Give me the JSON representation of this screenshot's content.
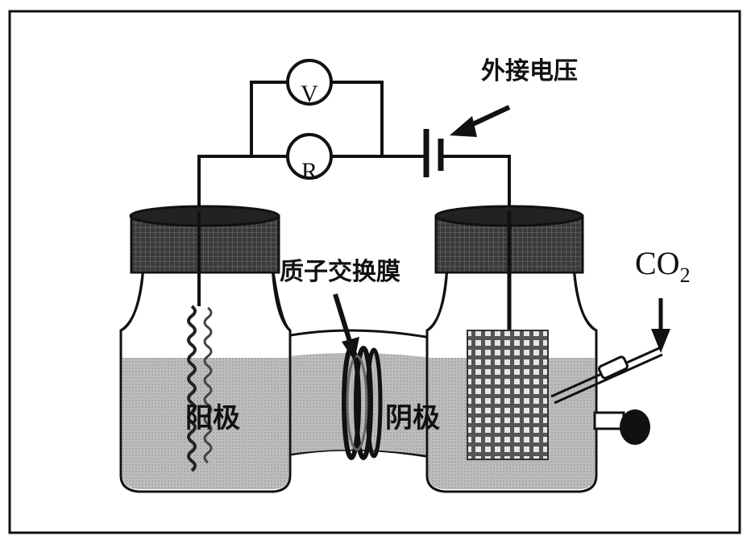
{
  "labels": {
    "external_voltage": "外接电压",
    "membrane": "质子交换膜",
    "co2_main": "CO",
    "co2_sub": "2",
    "anode": "阳极",
    "cathode": "阴极",
    "voltmeter": "V",
    "resistor": "R"
  },
  "colors": {
    "line": "#111111",
    "liquid": "#b9b9b9",
    "cap": "#2a2a2a",
    "glass": "#ffffff"
  }
}
